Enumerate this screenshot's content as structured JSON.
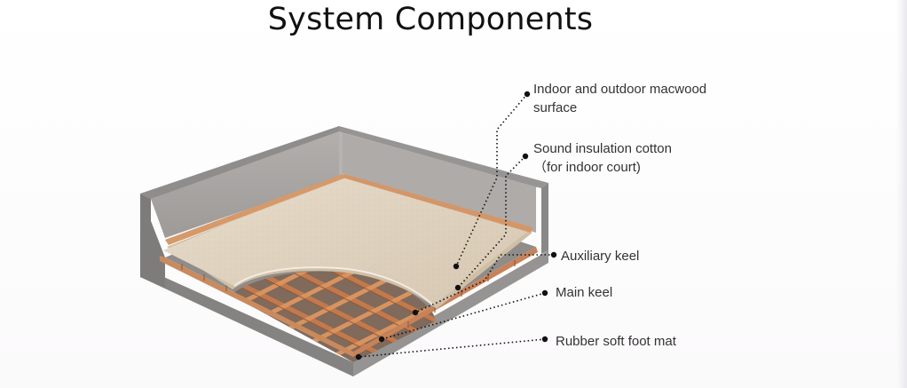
{
  "title": "System Components",
  "labels": {
    "surface": [
      "Indoor and outdoor macwood",
      "surface"
    ],
    "insulation": [
      "Sound insulation cotton",
      "（for indoor court)"
    ],
    "auxiliary_keel": "Auxiliary keel",
    "main_keel": "Main keel",
    "foot_mat": "Rubber soft foot mat"
  },
  "colors": {
    "concrete": "#9c9a99",
    "board": "#ddd0bd",
    "keel": "#c0784e",
    "leader": "#111111"
  }
}
